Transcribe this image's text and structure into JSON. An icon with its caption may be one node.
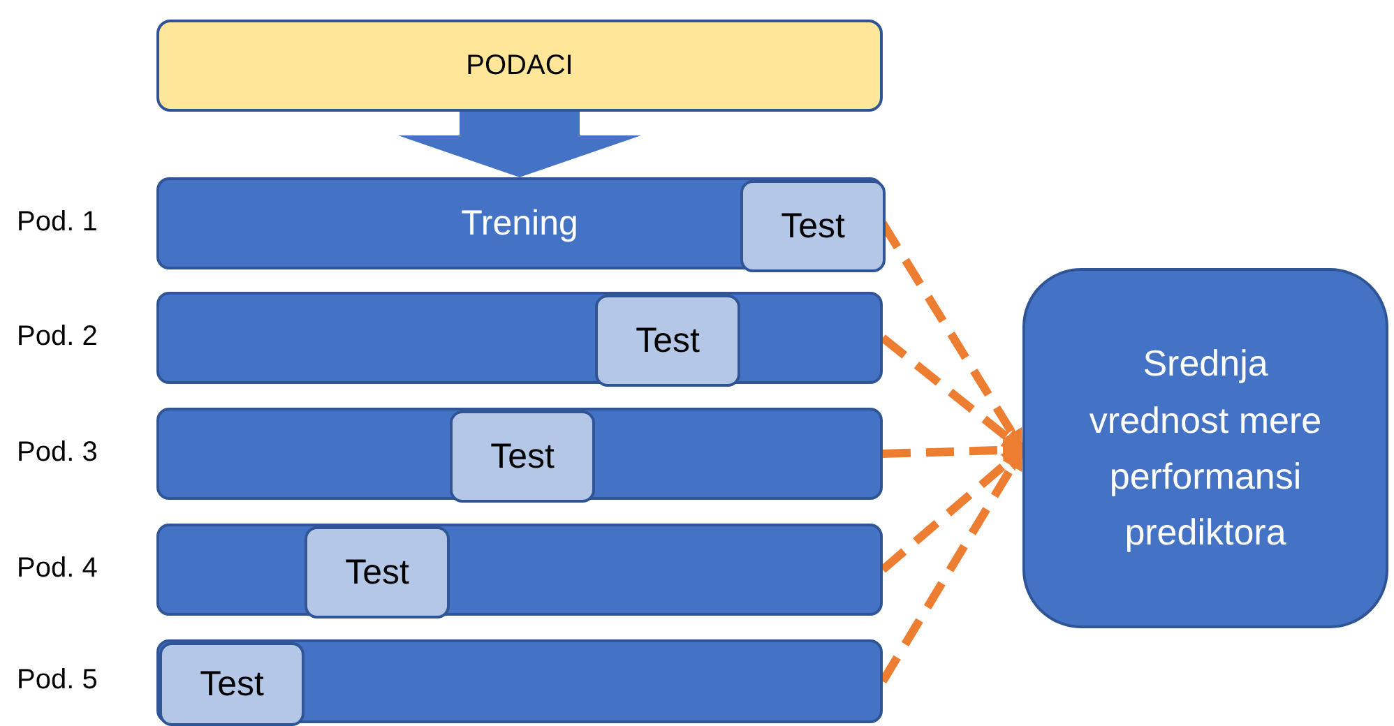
{
  "diagram": {
    "nodes": [
      {
        "text": [
          "PODACI"
        ]
      },
      {
        "text": [
          "Trening"
        ],
        "beside": [
          "Pod. 1"
        ]
      },
      {
        "text": [
          "Test"
        ],
        "in": 1
      },
      {
        "text": [],
        "shape": "bar",
        "beside": [
          "Pod. 2"
        ]
      },
      {
        "text": [
          "Test"
        ],
        "in": 3
      },
      {
        "text": [],
        "shape": "bar",
        "beside": [
          "Pod. 3"
        ]
      },
      {
        "text": [
          "Test"
        ],
        "in": 5
      },
      {
        "text": [],
        "shape": "bar",
        "beside": [
          "Pod. 4"
        ]
      },
      {
        "text": [
          "Test"
        ],
        "in": 7
      },
      {
        "text": [],
        "shape": "bar",
        "beside": [
          "Pod. 5"
        ]
      },
      {
        "text": [
          "Test"
        ],
        "in": 9
      },
      {
        "text": [
          "Srednja vrednost mere performansi prediktora"
        ]
      }
    ],
    "edges": [
      {
        "from": 0,
        "to": 1,
        "arrow": "to",
        "style": "thick",
        "color": "#4472c4"
      },
      {
        "from": 1,
        "to": 11,
        "arrow": "to",
        "style": "dashed"
      },
      {
        "from": 3,
        "to": 11,
        "arrow": "to",
        "style": "dashed"
      },
      {
        "from": 5,
        "to": 11,
        "arrow": "to",
        "style": "dashed"
      },
      {
        "from": 7,
        "to": 11,
        "arrow": "to",
        "style": "dashed"
      },
      {
        "from": 9,
        "to": 11,
        "arrow": "to",
        "style": "dashed"
      }
    ]
  }
}
